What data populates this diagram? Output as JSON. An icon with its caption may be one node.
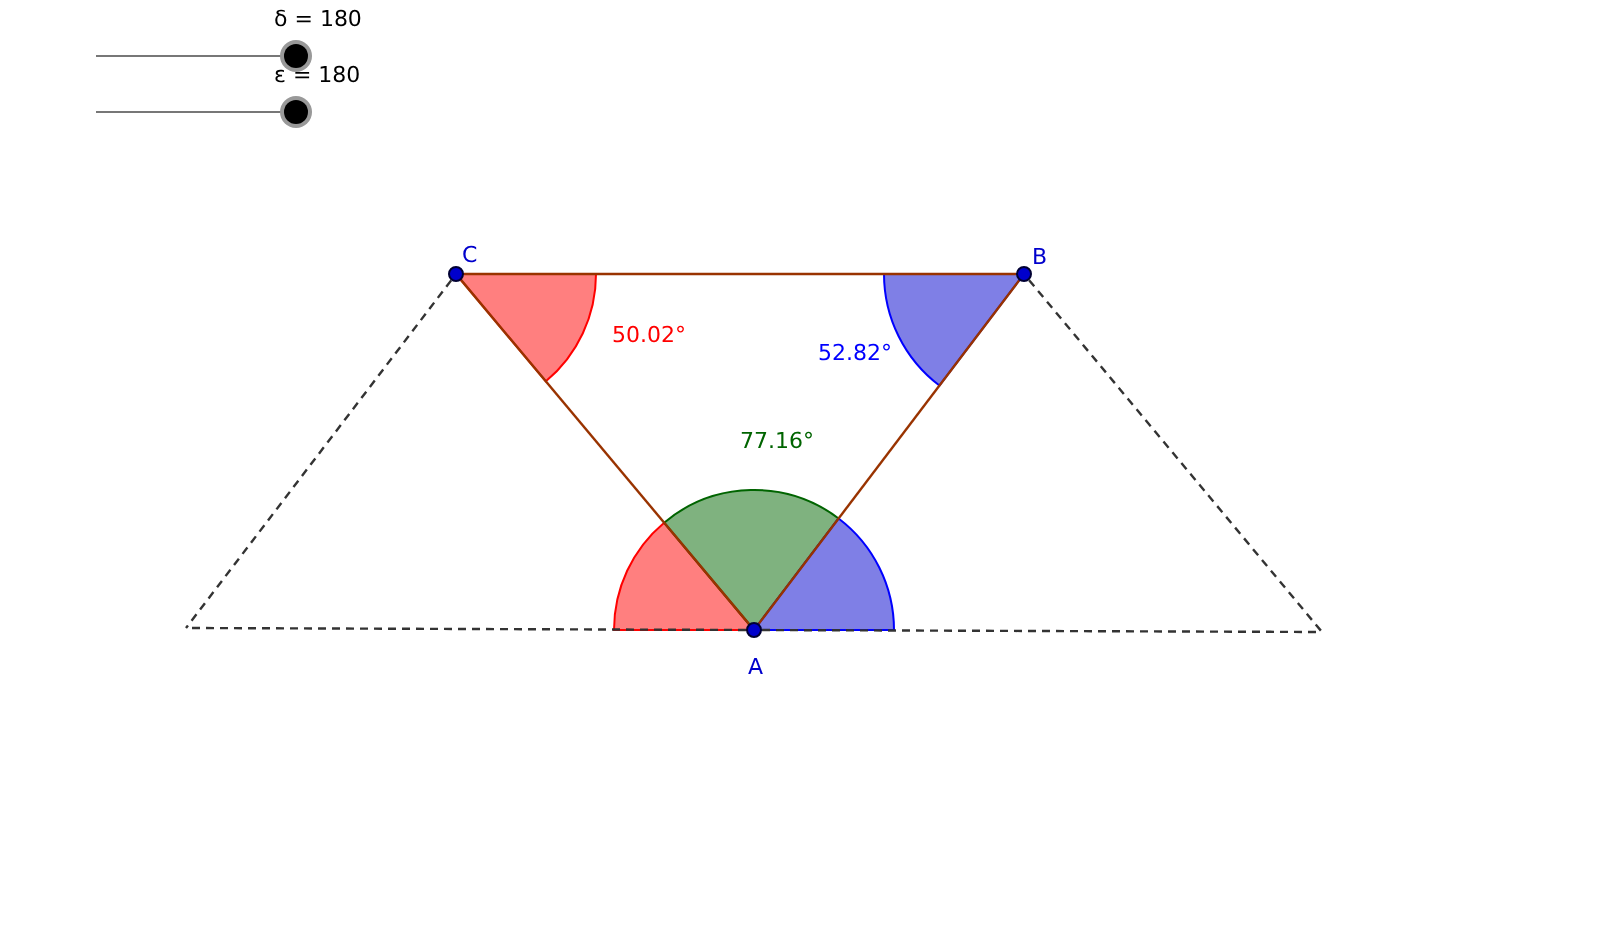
{
  "diagram": {
    "nodes": [
      {
        "text": [
          "A"
        ]
      },
      {
        "text": [
          "B"
        ]
      },
      {
        "text": [
          "C"
        ]
      }
    ],
    "edges": [
      {
        "from": 0,
        "to": 1,
        "arrow": "none",
        "color": "#993300"
      },
      {
        "from": 1,
        "to": 2,
        "arrow": "none",
        "color": "#993300"
      },
      {
        "from": 2,
        "to": 0,
        "arrow": "none",
        "color": "#993300"
      },
      {
        "from": 2,
        "to": null,
        "arrow": "none",
        "style": "dashed"
      },
      {
        "from": 1,
        "to": null,
        "arrow": "none",
        "style": "dashed"
      },
      {
        "from": 0,
        "to": null,
        "arrow": "none",
        "style": "dashed"
      },
      {
        "from": 0,
        "to": null,
        "arrow": "none",
        "style": "dashed"
      }
    ],
    "labels": [
      "δ = 180",
      "ε = 180",
      "50.02°",
      "52.82°",
      "77.16°"
    ]
  }
}
